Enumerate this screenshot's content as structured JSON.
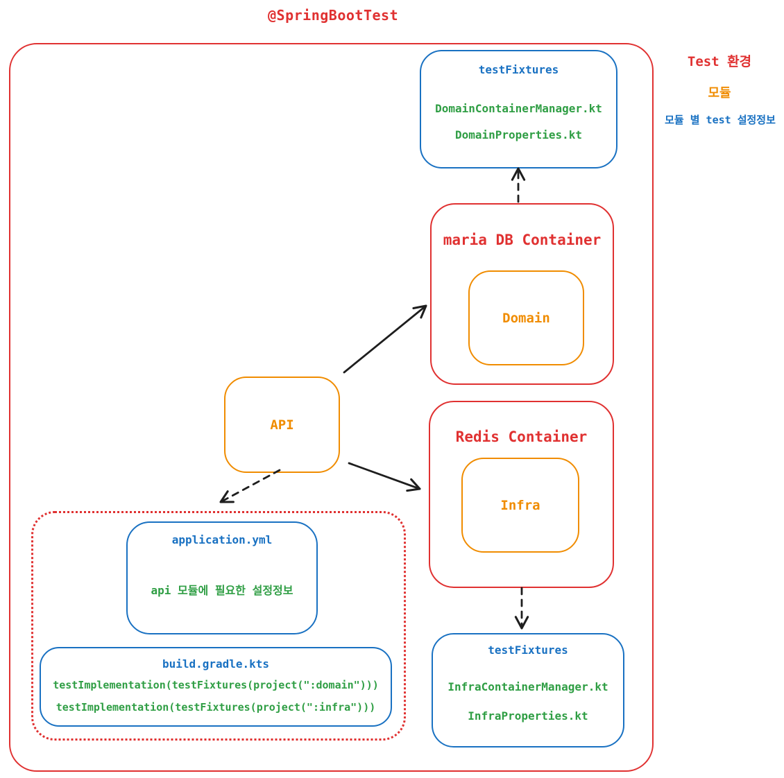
{
  "title": "@SpringBootTest",
  "colors": {
    "red": "#e03131",
    "orange": "#f08c00",
    "blue": "#1971c2",
    "green": "#2f9e44",
    "arrow": "#1e1e1e"
  },
  "legend": {
    "env": "Test 환경",
    "module": "모듈",
    "config": "모듈 별 test 설정정보"
  },
  "nodes": {
    "domain_fixtures": {
      "title": "testFixtures",
      "files": [
        "DomainContainerManager.kt",
        "DomainProperties.kt"
      ]
    },
    "maria": {
      "title": "maria DB Container",
      "module": "Domain"
    },
    "api": {
      "label": "API"
    },
    "redis": {
      "title": "Redis Container",
      "module": "Infra"
    },
    "app_yml": {
      "title": "application.yml",
      "desc": "api 모듈에 필요한 설정정보"
    },
    "gradle": {
      "title": "build.gradle.kts",
      "lines": [
        "testImplementation(testFixtures(project(\":domain\")))",
        "testImplementation(testFixtures(project(\":infra\")))"
      ]
    },
    "infra_fixtures": {
      "title": "testFixtures",
      "files": [
        "InfraContainerManager.kt",
        "InfraProperties.kt"
      ]
    }
  },
  "edges": [
    {
      "from": "API",
      "to": "maria DB Container",
      "style": "solid"
    },
    {
      "from": "API",
      "to": "Redis Container",
      "style": "solid"
    },
    {
      "from": "API",
      "to": "api config group",
      "style": "dashed"
    },
    {
      "from": "maria DB Container",
      "to": "domain testFixtures",
      "style": "dashed"
    },
    {
      "from": "Redis Container",
      "to": "infra testFixtures",
      "style": "dashed"
    }
  ]
}
